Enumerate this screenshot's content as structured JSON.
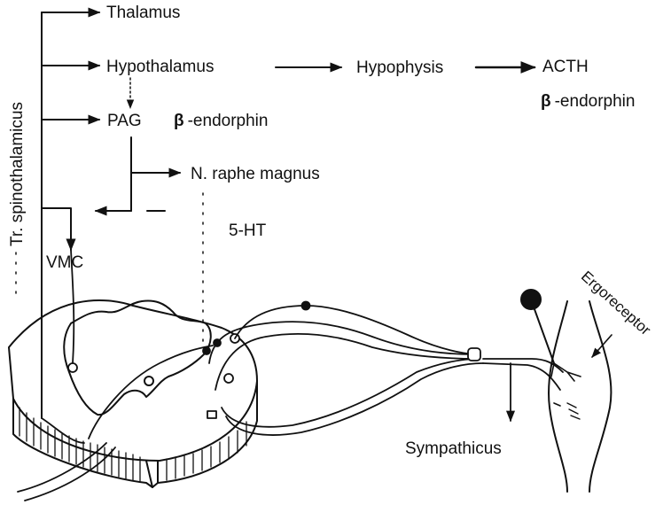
{
  "labels": {
    "thalamus": "Thalamus",
    "hypothalamus": "Hypothalamus",
    "hypophysis": "Hypophysis",
    "acth": "ACTH",
    "beta_endorphin_right": "-endorphin",
    "pag": "PAG",
    "beta_endorphin_pag": "-endorphin",
    "raphe": "N. raphe magnus",
    "serotonin": "5-HT",
    "vmc": "VMC",
    "tract": "Tr. spinothalamicus",
    "sympathicus": "Sympathicus",
    "ergoreceptor": "Ergoreceptor"
  },
  "symbols": {
    "beta": "β"
  },
  "colors": {
    "ink": "#111111",
    "background": "#ffffff"
  }
}
